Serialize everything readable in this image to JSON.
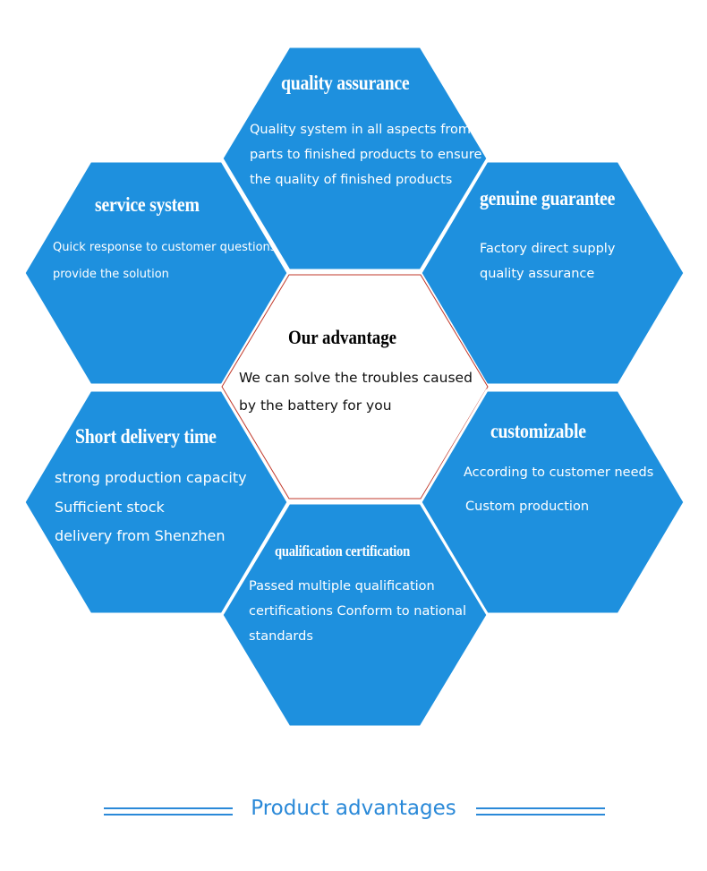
{
  "colors": {
    "hex_fill": "#1e90de",
    "center_border": "#c0392b",
    "accent": "#2a89d8"
  },
  "center": {
    "title": "Our advantage",
    "lines": [
      "We can solve the troubles caused",
      "by the battery for you"
    ]
  },
  "hexagons": [
    {
      "id": "quality-assurance",
      "title": "quality assurance",
      "lines": [
        "Quality system in all aspects from",
        "parts to finished products to ensure",
        "the quality of finished products"
      ]
    },
    {
      "id": "service-system",
      "title": "service system",
      "lines": [
        "Quick response to customer questions",
        "provide the solution"
      ]
    },
    {
      "id": "genuine-guarantee",
      "title": "genuine guarantee",
      "lines": [
        "Factory direct supply",
        "quality assurance"
      ]
    },
    {
      "id": "short-delivery-time",
      "title": "Short delivery time",
      "lines": [
        "strong production capacity",
        "Sufficient stock",
        "delivery from Shenzhen"
      ]
    },
    {
      "id": "customizable",
      "title": "customizable",
      "lines": [
        "According to customer needs",
        "Custom production"
      ]
    },
    {
      "id": "qualification-certification",
      "title": "qualification certification",
      "lines": [
        "Passed multiple qualification",
        "certifications Conform to national",
        "standards"
      ]
    }
  ],
  "footer": {
    "label": "Product advantages"
  }
}
